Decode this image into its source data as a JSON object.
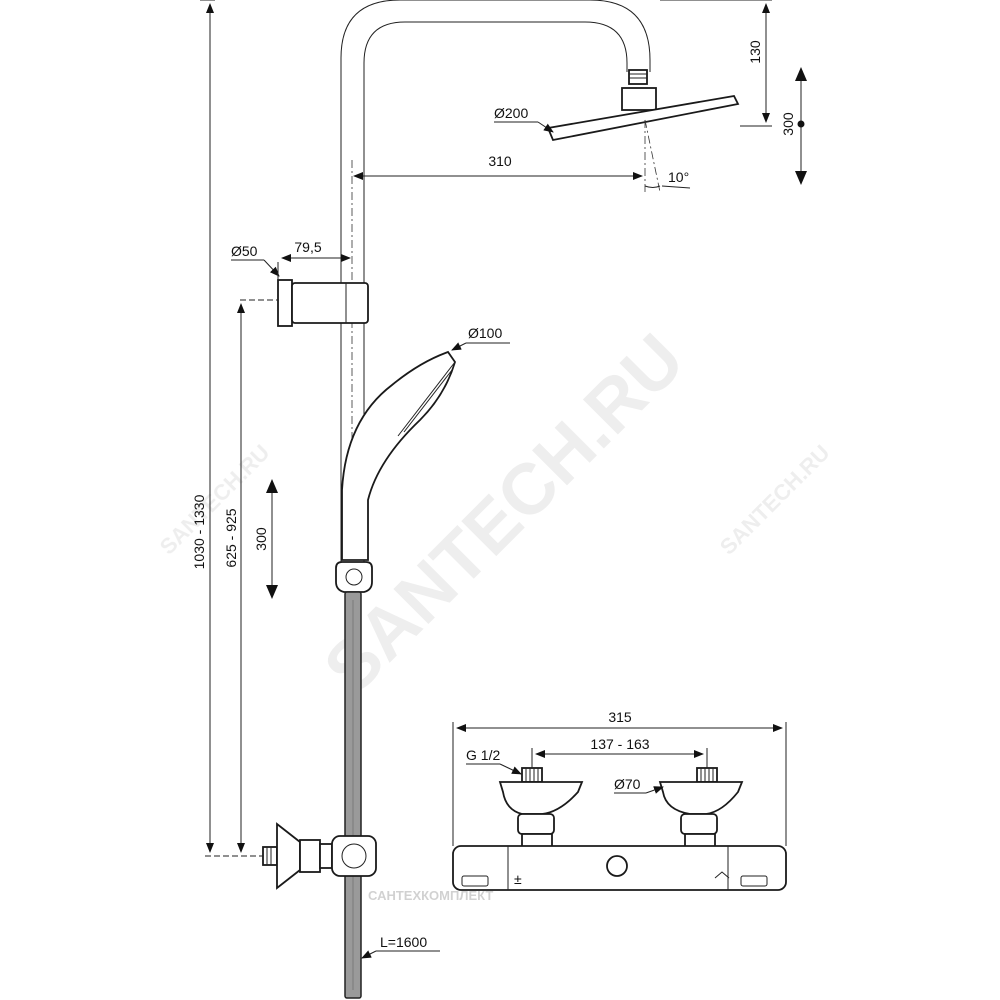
{
  "drawing": {
    "dimensions": {
      "top_height": "130",
      "head_range": "300",
      "head_diameter": "Ø200",
      "arm_length": "310",
      "tilt_angle": "10°",
      "bracket_diameter": "Ø50",
      "bracket_offset": "79,5",
      "hand_diameter": "Ø100",
      "total_height": "1030 - 1330",
      "bracket_height": "625 - 925",
      "slide_range": "300",
      "mixer_width": "315",
      "inlet_thread": "G 1/2",
      "inlet_spacing": "137 - 163",
      "escutcheon_diameter": "Ø70",
      "hose_length": "L=1600"
    },
    "watermarks": {
      "main": "SANTECH.RU",
      "left": "SANTECH.RU",
      "right": "SANTECH.RU",
      "footer": "САНТЕХКОМПЛЕКТ"
    }
  }
}
